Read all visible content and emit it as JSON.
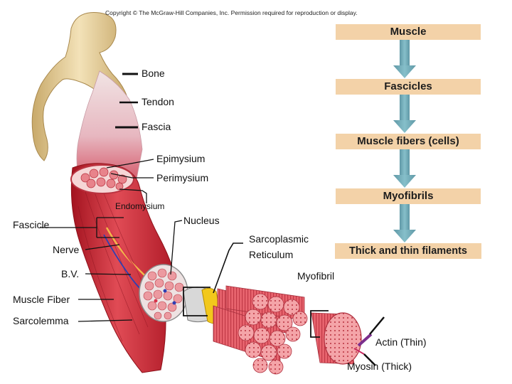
{
  "copyright": "Copyright © The McGraw-Hill Companies, Inc. Permission required for reproduction or display.",
  "hierarchy": [
    "Muscle",
    "Fascicles",
    "Muscle fibers (cells)",
    "Myofibrils",
    "Thick and thin filaments"
  ],
  "labels": {
    "bone": "Bone",
    "tendon": "Tendon",
    "fascia": "Fascia",
    "epimysium": "Epimysium",
    "perimysium": "Perimysium",
    "endomysium": "Endomysium",
    "nucleus": "Nucleus",
    "fascicle": "Fascicle",
    "nerve": "Nerve",
    "bv": "B.V.",
    "sarcoplasmic_reticulum_line1": "Sarcoplasmic",
    "sarcoplasmic_reticulum_line2": "Reticulum",
    "myofibril": "Myofibril",
    "muscle_fiber": "Muscle Fiber",
    "sarcolemma": "Sarcolemma",
    "actin": "Actin (Thin)",
    "myosin": "Myosin (Thick)"
  },
  "colors": {
    "hierarchy_box": "#f3d2a8",
    "arrow": "#72aab6",
    "muscle_red": "#c8293a",
    "bone": "#e9d3a0",
    "tendon": "#e8c7cf"
  }
}
